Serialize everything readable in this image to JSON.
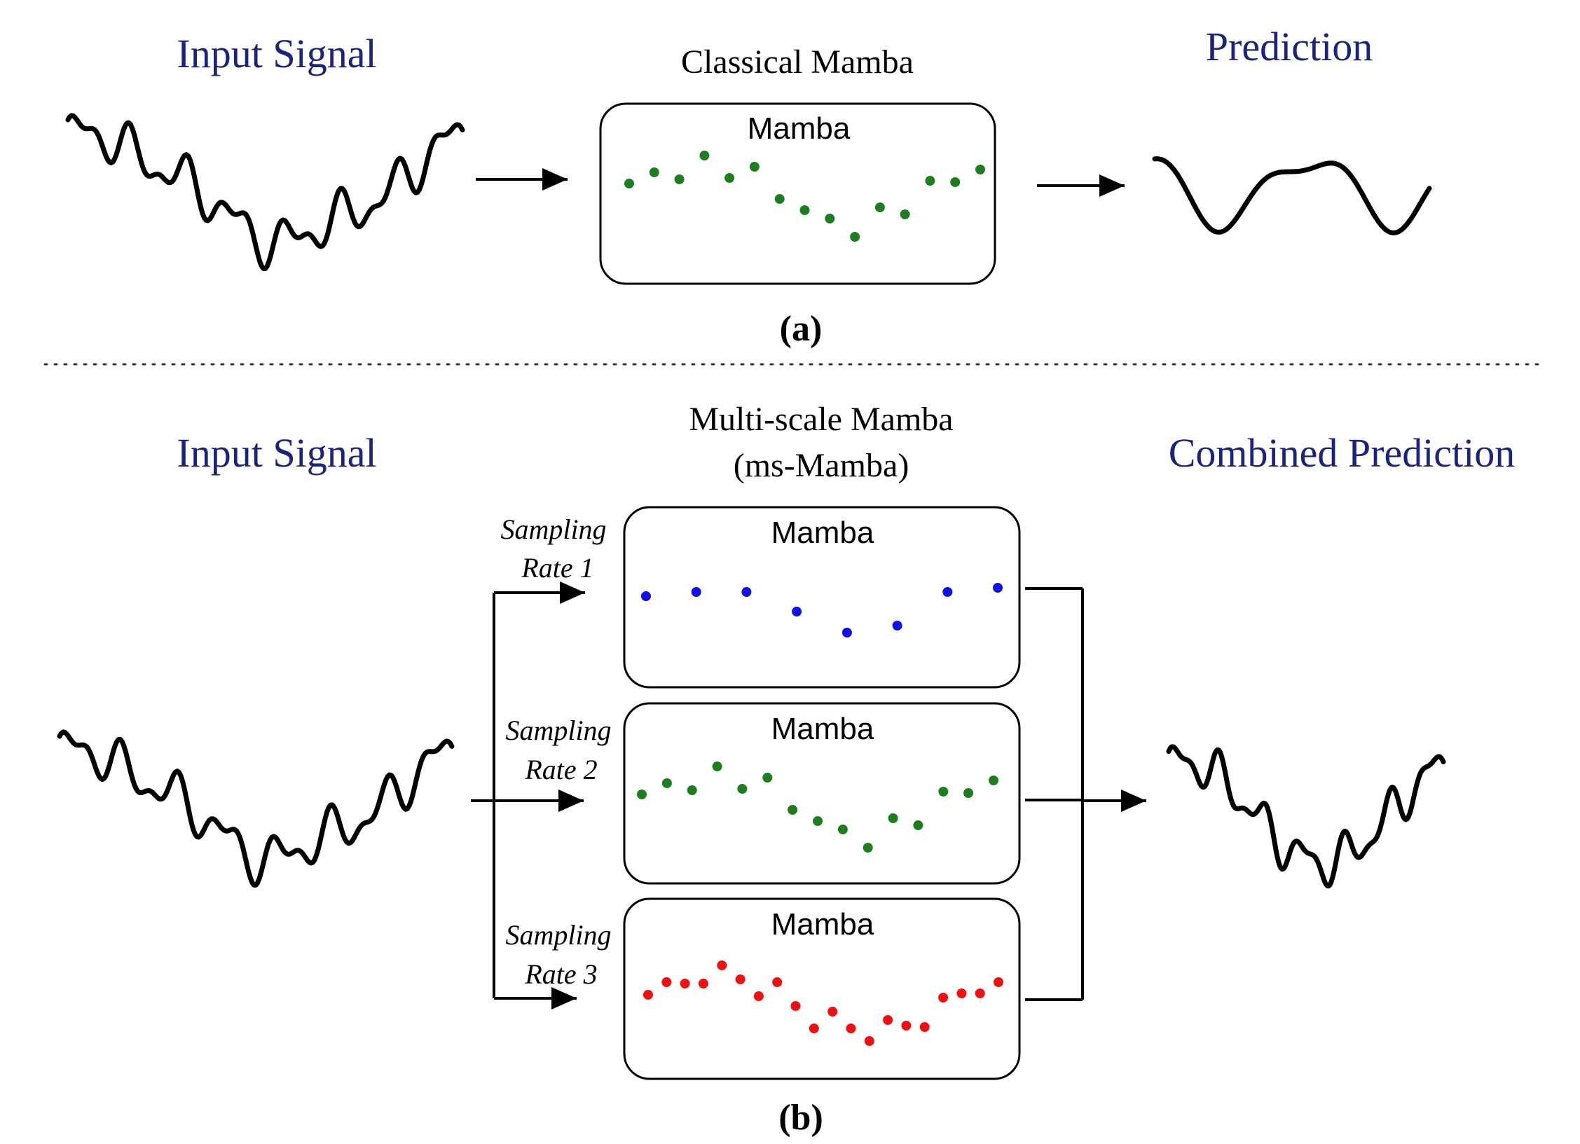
{
  "colors": {
    "heading": "#1a237e",
    "text": "#000000",
    "green_dots": "#1e7d1e",
    "blue_dots": "#1010e6",
    "red_dots": "#ee1111"
  },
  "panel_a": {
    "input_title": "Input Signal",
    "model_title": "Classical Mamba",
    "block_label": "Mamba",
    "output_title": "Prediction",
    "caption": "(a)",
    "dots": [
      0.42,
      0.58,
      0.48,
      0.82,
      0.5,
      0.66,
      0.2,
      0.04,
      -0.08,
      -0.34,
      0.08,
      -0.02,
      0.46,
      0.44,
      0.62
    ]
  },
  "panel_b": {
    "input_title": "Input Signal",
    "model_title_line1": "Multi-scale Mamba",
    "model_title_line2": "(ms-Mamba)",
    "output_title": "Combined Prediction",
    "caption": "(b)",
    "branches": [
      {
        "rate_line1": "Sampling",
        "rate_line2": "Rate 1",
        "block_label": "Mamba",
        "dots": [
          0.42,
          0.48,
          0.48,
          0.2,
          -0.1,
          0.0,
          0.48,
          0.54
        ]
      },
      {
        "rate_line1": "Sampling",
        "rate_line2": "Rate 2",
        "block_label": "Mamba",
        "dots": [
          0.42,
          0.58,
          0.48,
          0.82,
          0.5,
          0.66,
          0.2,
          0.04,
          -0.08,
          -0.34,
          0.08,
          -0.02,
          0.46,
          0.44,
          0.62
        ]
      },
      {
        "rate_line1": "Sampling",
        "rate_line2": "Rate 3",
        "block_label": "Mamba",
        "dots": [
          0.5,
          0.68,
          0.66,
          0.66,
          0.92,
          0.72,
          0.48,
          0.68,
          0.34,
          0.02,
          0.26,
          0.02,
          -0.16,
          0.14,
          0.06,
          0.04,
          0.46,
          0.52,
          0.52,
          0.68
        ]
      }
    ]
  }
}
